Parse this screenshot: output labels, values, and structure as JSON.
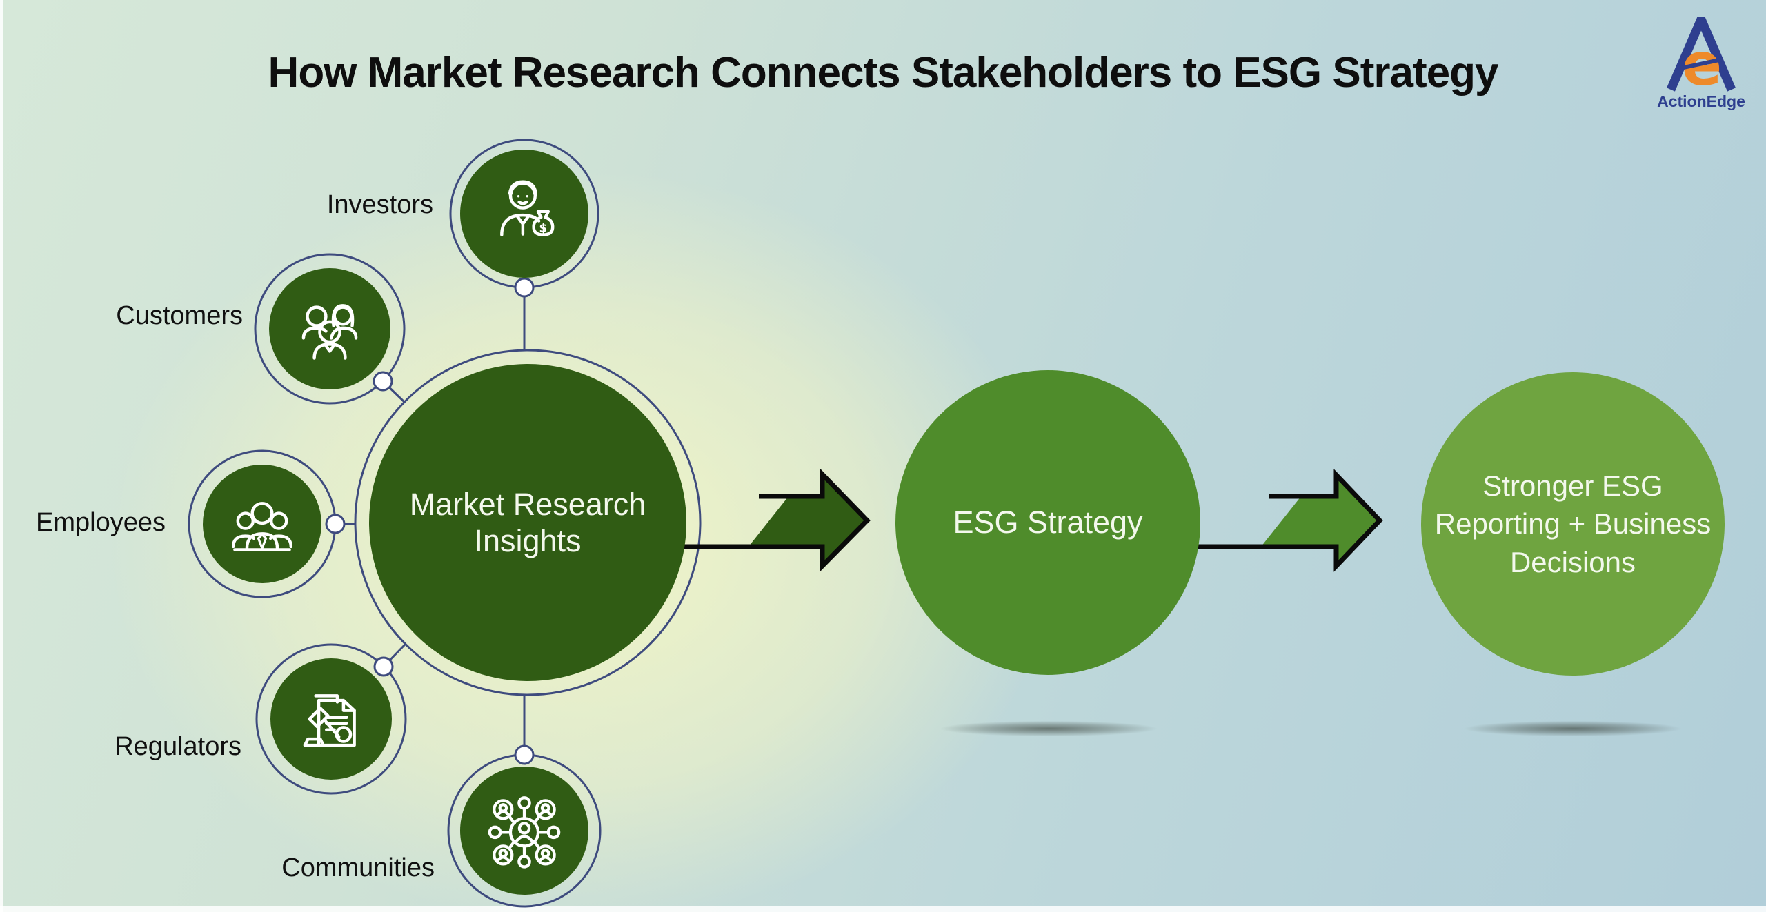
{
  "title": "How Market Research Connects Stakeholders to ESG Strategy",
  "logo": {
    "brand": "ActionEdge",
    "monogram_e": "e",
    "navy": "#2e3f8f",
    "orange": "#ee8a2a"
  },
  "stakeholders": [
    {
      "label": "Investors",
      "icon": "investor-money-bag-icon"
    },
    {
      "label": "Customers",
      "icon": "customer-group-icon"
    },
    {
      "label": "Employees",
      "icon": "employee-team-icon"
    },
    {
      "label": "Regulators",
      "icon": "gavel-document-icon"
    },
    {
      "label": "Communities",
      "icon": "community-network-icon"
    }
  ],
  "flow": {
    "hub": {
      "label_lines": [
        "Market Research",
        "Insights"
      ]
    },
    "esg": {
      "label": "ESG Strategy"
    },
    "outcome": {
      "label_lines": [
        "Stronger ESG",
        "Reporting + Business",
        "Decisions"
      ]
    }
  },
  "icons": {
    "dollar_symbol": "$"
  },
  "colors": {
    "dark_green": "#305c14",
    "medium_green": "#4f8c2b",
    "light_green": "#6fa440",
    "connector_navy": "#3e4b7e",
    "arrow_outline": "#0a0a0a",
    "title_text": "#0e0e0e",
    "circle_text": "#f3f8ec",
    "background_yellow_glow": "#f1f4c6",
    "background_blue_edge": "#b1ced9"
  }
}
